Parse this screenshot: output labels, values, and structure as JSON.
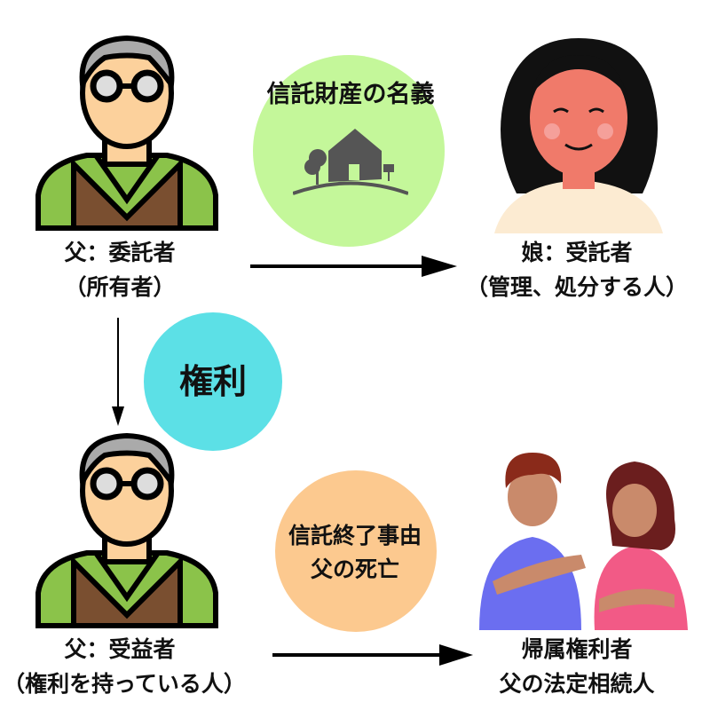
{
  "owner": {
    "role": "父：委託者",
    "sub": "（所有者）"
  },
  "trustee": {
    "role": "娘：受託者",
    "sub": "（管理、処分する人）"
  },
  "title_property": "信託財産の名義",
  "rights": "権利",
  "beneficiary": {
    "role": "父：受益者",
    "sub": "（権利を持っている人）"
  },
  "termination": {
    "line1": "信託終了事由",
    "line2": "父の死亡"
  },
  "heirs": {
    "role": "帰属権利者",
    "sub": "父の法定相続人"
  },
  "colors": {
    "green": "#c4f79a",
    "cyan": "#5ce0e6",
    "orange": "#fcc98f",
    "shirt": "#8bc34a",
    "vest": "#7a4f30",
    "skin": "#fcd19c"
  }
}
